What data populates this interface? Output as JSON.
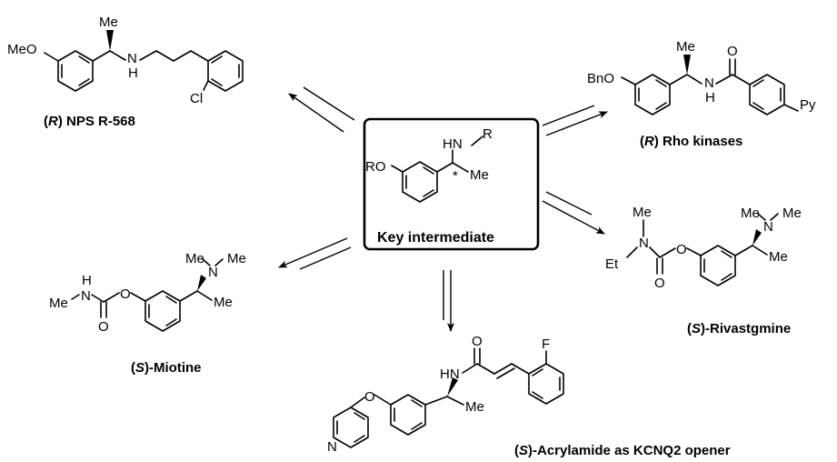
{
  "center": {
    "caption": "Key intermediate",
    "stereo_mark": "*"
  },
  "atoms": {
    "ro": "RO",
    "hn": "HN",
    "r": "R",
    "me": "Me",
    "meo": "MeO",
    "h": "H",
    "n": "N",
    "cl": "Cl",
    "bno": "BnO",
    "o": "O",
    "py": "Py",
    "et": "Et",
    "f": "F"
  },
  "captions": {
    "nps": {
      "prefix": "(",
      "stereo": "R",
      "suffix": ") NPS R-568"
    },
    "rho": {
      "prefix": "(",
      "stereo": "R",
      "suffix": ") Rho kinases"
    },
    "rivastigmine": {
      "prefix": "(",
      "stereo": "S",
      "suffix": ")-Rivastgmine"
    },
    "miotine": {
      "prefix": "(",
      "stereo": "S",
      "suffix": ")-Miotine"
    },
    "acrylamide": {
      "prefix": "(",
      "stereo": "S",
      "suffix": ")-Acrylamide as KCNQ2 opener"
    }
  }
}
